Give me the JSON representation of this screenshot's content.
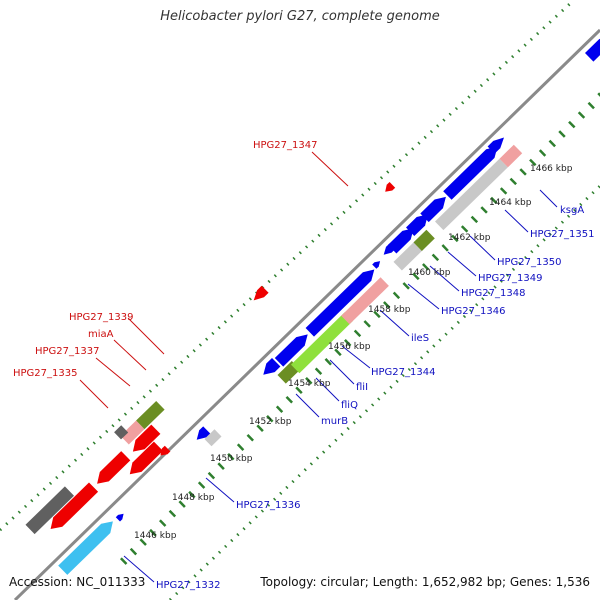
{
  "title": "Helicobacter pylori G27, complete genome",
  "accession": "Accession: NC_011333",
  "topology": "Topology: circular; Length: 1,652,982 bp; Genes: 1,536",
  "colors": {
    "backbone": "#8a8a8a",
    "tick": "#2f7f2f",
    "blue": "#0000ee",
    "red": "#ee0000",
    "pink": "#f0a0a0",
    "grey": "#c8c8c8",
    "darkgrey": "#606060",
    "olive": "#6b8e23",
    "lightgreen": "#8fe03c",
    "cyan": "#3ec0f0",
    "label_blue": "#1010c0",
    "label_red": "#cc1010",
    "kbp_text": "#222222"
  },
  "kbp_labels": [
    "1446 kbp",
    "1448 kbp",
    "1450 kbp",
    "1452 kbp",
    "1454 kbp",
    "1456 kbp",
    "1458 kbp",
    "1460 kbp",
    "1462 kbp",
    "1464 kbp",
    "1466 kbp"
  ],
  "gene_labels": {
    "hpg27_1347": "HPG27_1347",
    "hpg27_1339": "HPG27_1339",
    "miaA": "miaA",
    "hpg27_1337": "HPG27_1337",
    "hpg27_1335": "HPG27_1335",
    "ksgA": "ksgA",
    "hpg27_1351": "HPG27_1351",
    "hpg27_1350": "HPG27_1350",
    "hpg27_1349": "HPG27_1349",
    "hpg27_1348": "HPG27_1348",
    "hpg27_1346": "HPG27_1346",
    "ileS": "ileS",
    "hpg27_1344": "HPG27_1344",
    "fliI": "fliI",
    "fliQ": "fliQ",
    "murB": "murB",
    "hpg27_1336": "HPG27_1336",
    "hpg27_1332": "HPG27_1332"
  }
}
